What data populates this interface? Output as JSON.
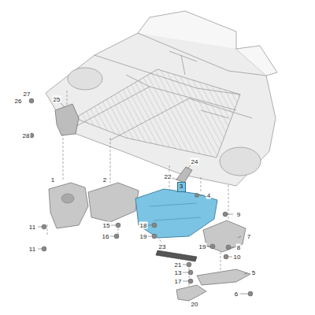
{
  "diagram": {
    "nodes": [
      {
        "text": [
          "3"
        ]
      }
    ],
    "labels": [
      "27",
      "26",
      "25",
      "28",
      "1",
      "2",
      "24",
      "22",
      "4",
      "9",
      "7",
      "11",
      "11",
      "15",
      "16",
      "18",
      "19",
      "19",
      "8",
      "10",
      "23",
      "21",
      "13",
      "17",
      "5",
      "20",
      "6"
    ]
  }
}
